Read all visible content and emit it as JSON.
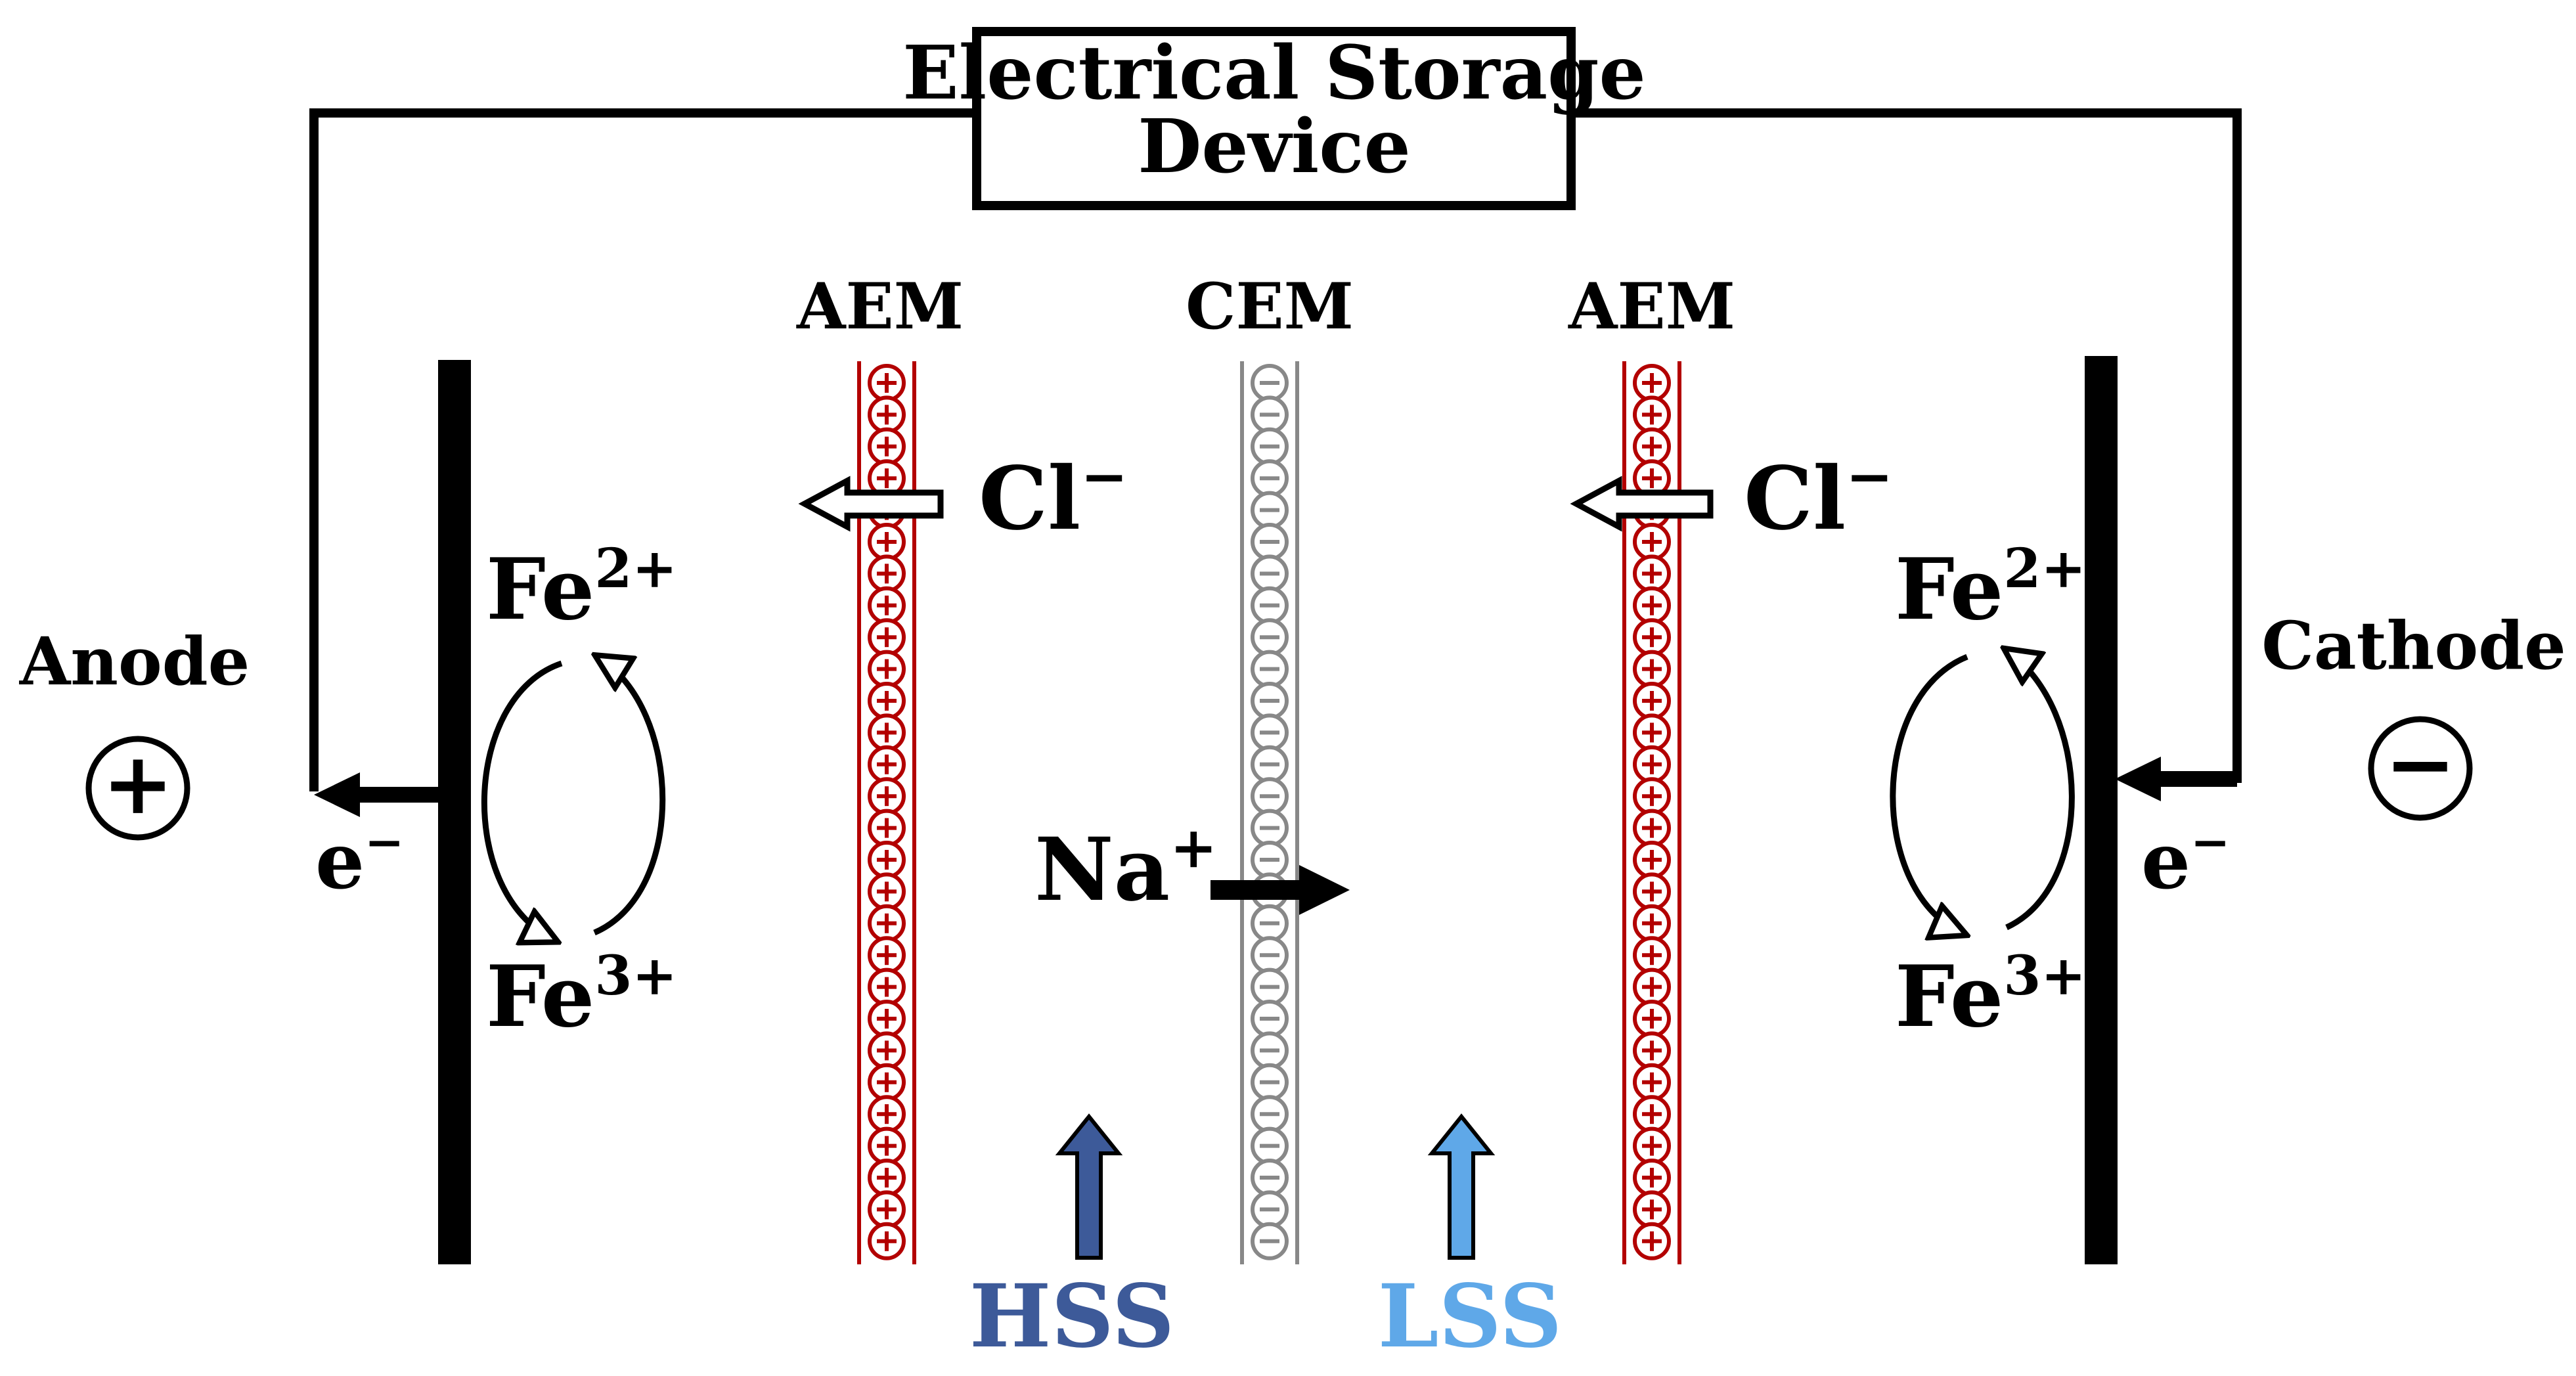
{
  "device": {
    "label_line1": "Electrical Storage",
    "label_line2": "Device"
  },
  "anode": {
    "label": "Anode",
    "sign": "+"
  },
  "cathode": {
    "label": "Cathode",
    "sign": "−"
  },
  "membranes": [
    {
      "label": "AEM",
      "charge": "+",
      "color": "#b30000"
    },
    {
      "label": "CEM",
      "charge": "−",
      "color": "#888888"
    },
    {
      "label": "AEM",
      "charge": "+",
      "color": "#b30000"
    }
  ],
  "ions": {
    "chloride": {
      "base": "Cl",
      "sup": "−"
    },
    "sodium": {
      "base": "Na",
      "sup": "+"
    },
    "electron": {
      "base": "e",
      "sup": "−"
    }
  },
  "iron": {
    "ferrous": {
      "base": "Fe",
      "sup": "2+"
    },
    "ferric": {
      "base": "Fe",
      "sup": "3+"
    }
  },
  "streams": {
    "hss": {
      "label": "HSS",
      "color": "#3d5a99"
    },
    "lss": {
      "label": "LSS",
      "color": "#5fa8e8"
    }
  }
}
